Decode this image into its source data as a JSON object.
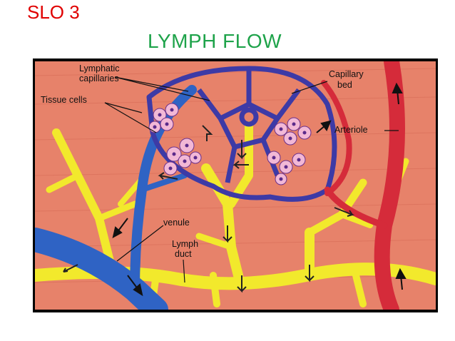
{
  "slide": {
    "slo": "SLO 3",
    "title": "LYMPH FLOW"
  },
  "diagram": {
    "labels": {
      "lymphatic_capillaries_1": "Lymphatic",
      "lymphatic_capillaries_2": "capillaries",
      "tissue_cells": "Tissue cells",
      "capillary_bed_1": "Capillary",
      "capillary_bed_2": "bed",
      "arteriole": "Arteriole",
      "venule": "venule",
      "lymph_duct_1": "Lymph",
      "lymph_duct_2": "duct"
    },
    "colors": {
      "tissue": "#e7826a",
      "lymph": "#f2e92c",
      "vein": "#2f63c4",
      "artery": "#d52b3a",
      "capillary": "#3d3aa6",
      "cell": "#f2b8d6"
    }
  }
}
